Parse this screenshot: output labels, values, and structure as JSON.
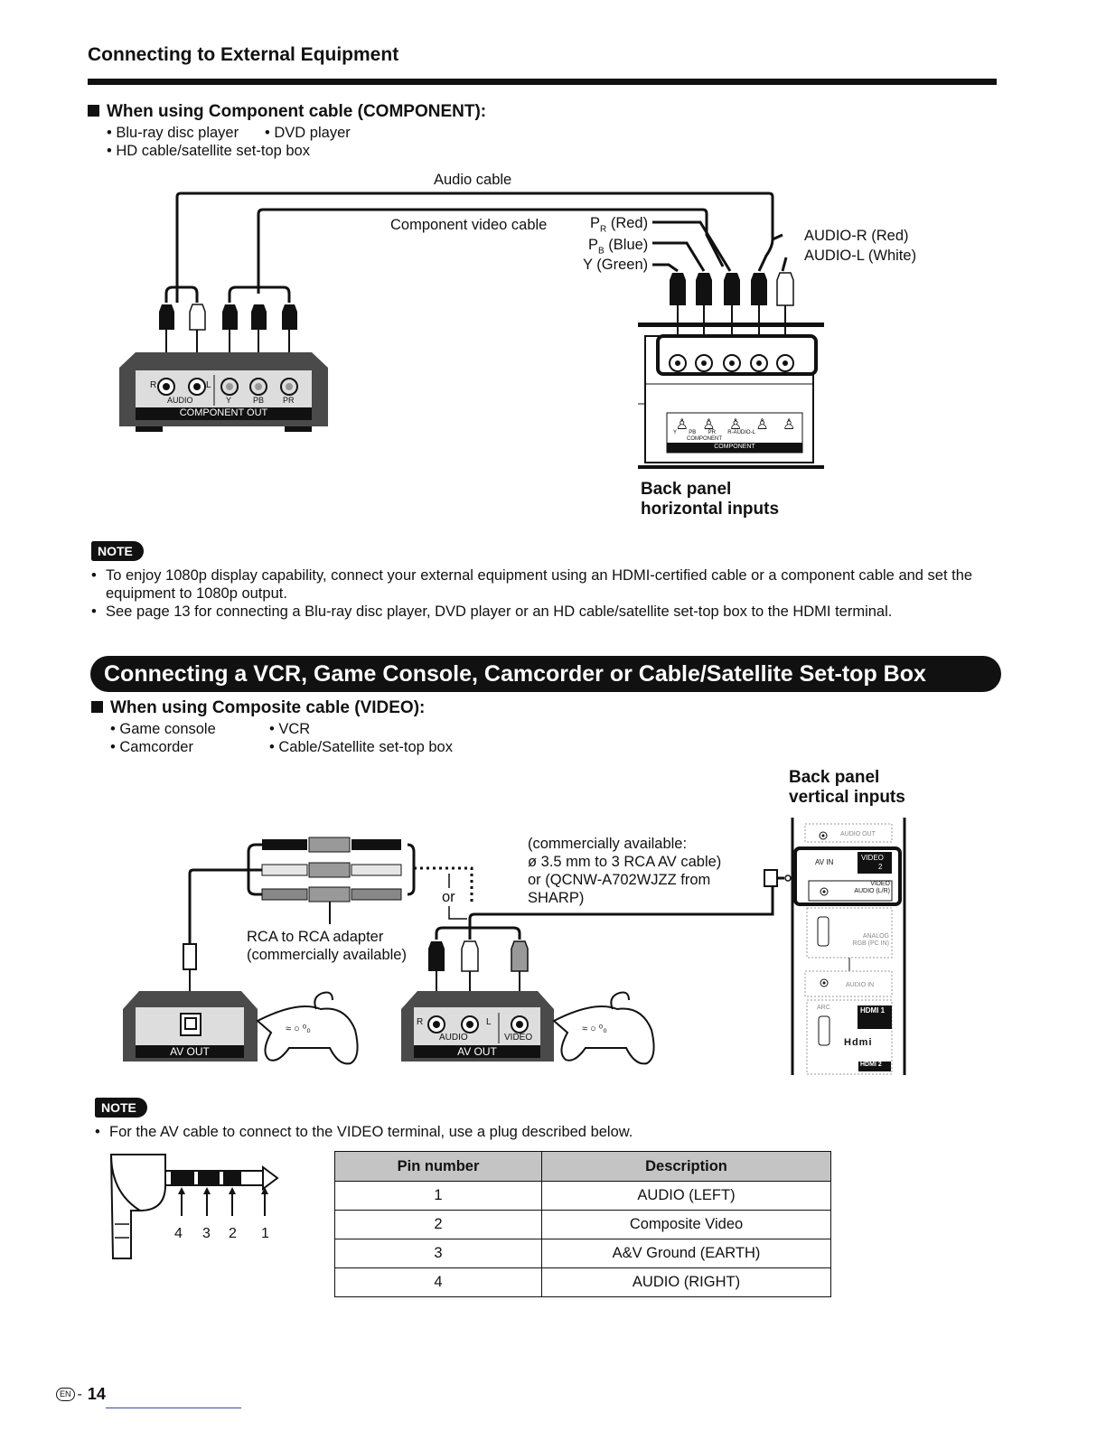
{
  "header": "Connecting to External Equipment",
  "component": {
    "heading": "When using Component cable (COMPONENT):",
    "devices": [
      "Blu-ray disc player",
      "DVD player",
      "HD cable/satellite set-top box"
    ],
    "audio_cable": "Audio cable",
    "video_cable": "Component video cable",
    "pr_label": "P",
    "pr_sub": "R",
    "pr_color": "(Red)",
    "pb_label": "P",
    "pb_sub": "B",
    "pb_color": "(Blue)",
    "y_label": "Y (Green)",
    "audio_r": "AUDIO-R (Red)",
    "audio_l": "AUDIO-L (White)",
    "src_r": "R",
    "src_l": "L",
    "src_audio": "AUDIO",
    "src_y": "Y",
    "src_pb": "PB",
    "src_pr": "PR",
    "src_out": "COMPONENT OUT",
    "tv_small": "Y        PB        PR        R-AUDIO-L",
    "tv_comp": "COMPONENT",
    "tv_comp_bar": "COMPONENT",
    "panel_title": [
      "Back panel",
      "horizontal inputs"
    ]
  },
  "note1": {
    "badge": "NOTE",
    "items": [
      "To enjoy 1080p display capability, connect your external equipment using an HDMI-certified cable or a component cable and set the equipment to 1080p output.",
      "See page 13 for connecting a Blu-ray disc player, DVD player or an HD cable/satellite set-top box to the HDMI terminal."
    ]
  },
  "banner": "Connecting a VCR, Game Console, Camcorder or Cable/Satellite Set-top Box",
  "composite": {
    "heading": "When using Composite cable (VIDEO):",
    "devices": [
      "Game console",
      "VCR",
      "Camcorder",
      "Cable/Satellite set-top box"
    ],
    "panel_title": [
      "Back panel",
      "vertical inputs"
    ],
    "cable_note": [
      "(commercially available:",
      "ø 3.5 mm to 3 RCA AV cable)",
      "or (QCNW-A702WJZZ from",
      "SHARP)"
    ],
    "or": "or",
    "adapter": [
      "RCA to RCA adapter",
      "(commercially available)"
    ],
    "av_out": "AV OUT",
    "av_out2": "AV OUT",
    "r": "R",
    "l": "L",
    "audio": "AUDIO",
    "video": "VIDEO",
    "panel": {
      "audio_out": "AUDIO OUT",
      "av_in": "AV IN",
      "video_tab": "VIDEO",
      "video_tab_num": "2",
      "video_audio": [
        "VIDEO",
        "AUDIO (L/R)"
      ],
      "analog": [
        "ANALOG",
        "RGB (PC IN)"
      ],
      "audio_in": "AUDIO IN",
      "arc": "ARC",
      "hdmi1": "HDMI 1",
      "hdmi_logo": "Hdmi",
      "hdmi2": "HDMI 2"
    }
  },
  "note2": {
    "badge": "NOTE",
    "text": "For the AV cable to connect to the VIDEO terminal, use a plug described below."
  },
  "plug_numbers": [
    "4",
    "3",
    "2",
    "1"
  ],
  "pin_table": {
    "headers": [
      "Pin number",
      "Description"
    ],
    "rows": [
      [
        "1",
        "AUDIO (LEFT)"
      ],
      [
        "2",
        "Composite Video"
      ],
      [
        "3",
        "A&V Ground (EARTH)"
      ],
      [
        "4",
        "AUDIO (RIGHT)"
      ]
    ]
  },
  "footer": {
    "en": "EN",
    "dash": "-",
    "page": "14"
  }
}
